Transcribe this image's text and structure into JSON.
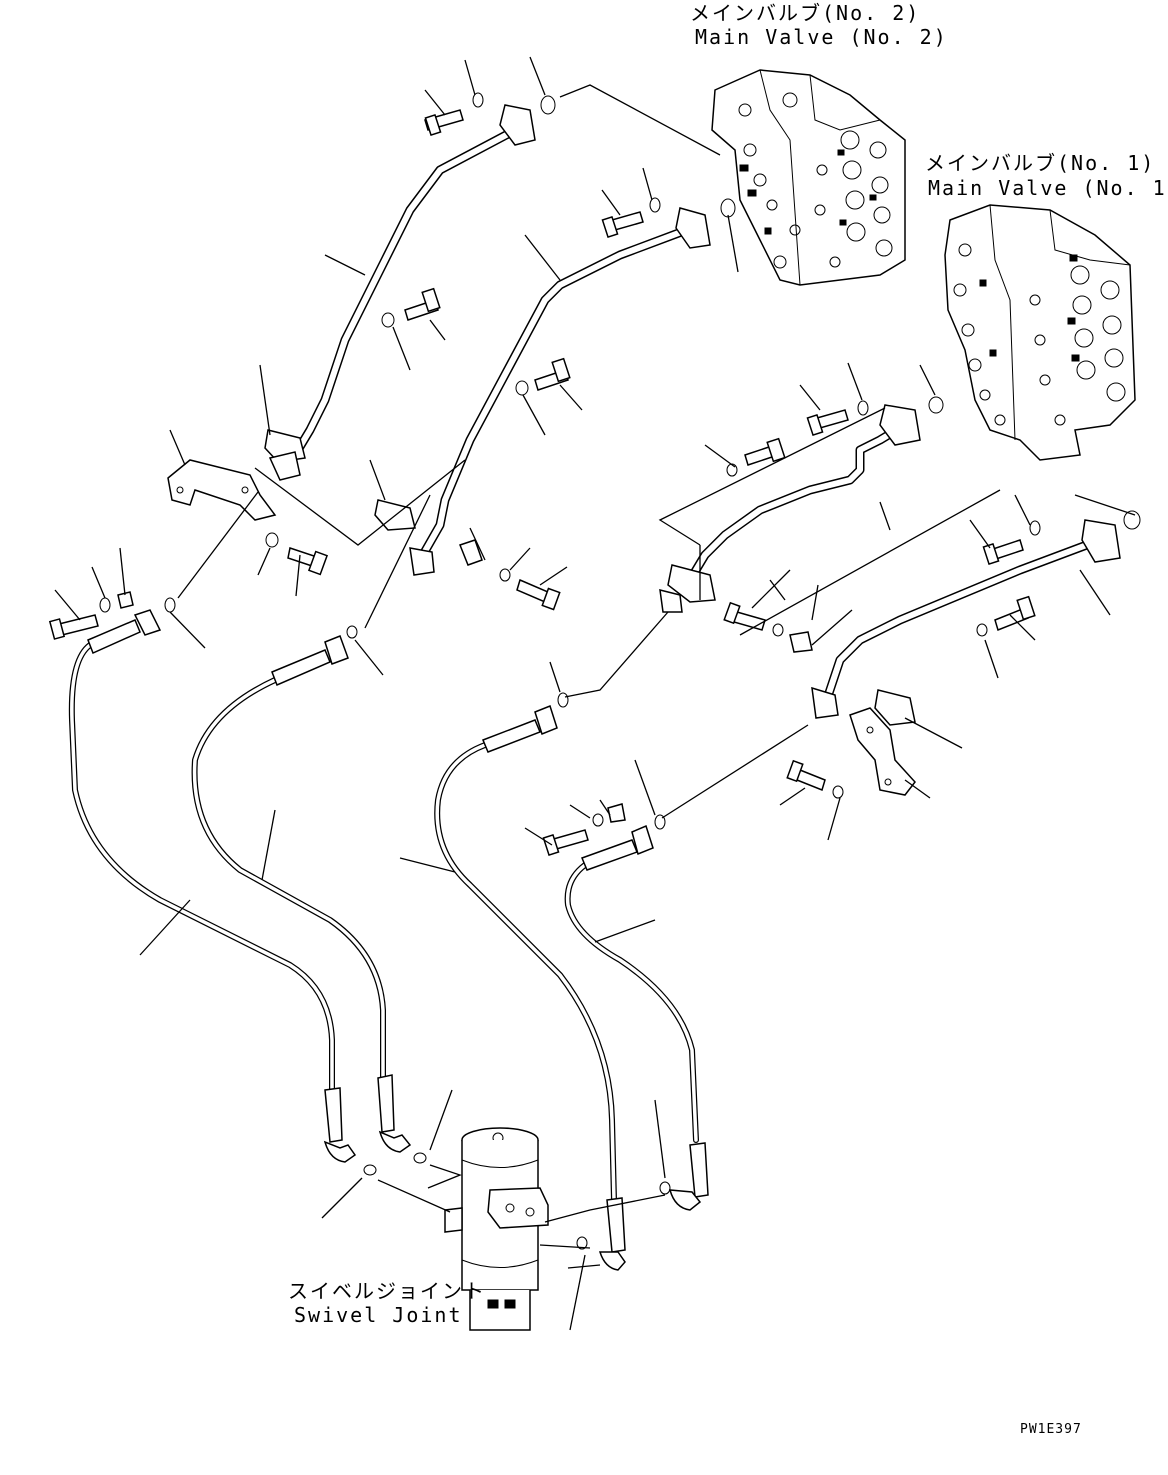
{
  "labels": {
    "main_valve_2_jp": "メインバルブ(No. 2)",
    "main_valve_2_en": "Main Valve (No. 2)",
    "main_valve_1_jp": "メインバルブ(No. 1)",
    "main_valve_1_en": "Main Valve (No. 1)",
    "swivel_joint_jp": "スイベルジョイント",
    "swivel_joint_en": "Swivel Joint",
    "drawing_code": "PW1E397"
  }
}
